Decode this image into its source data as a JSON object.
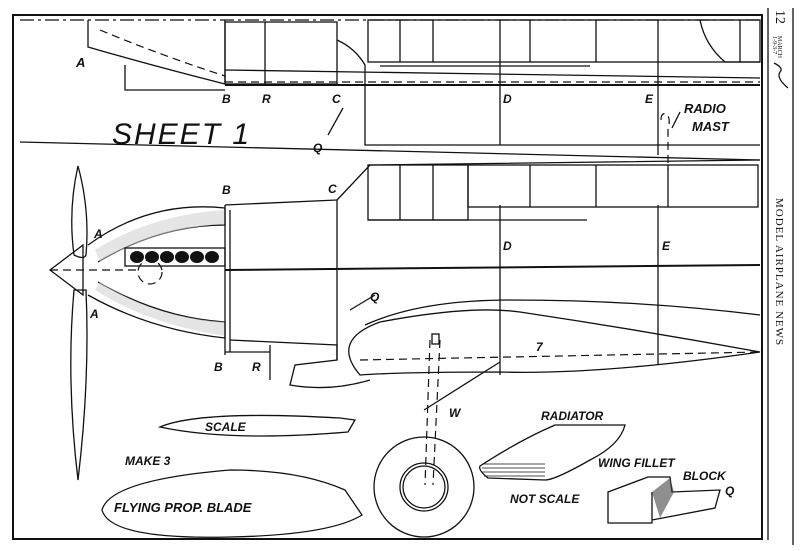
{
  "sheet": {
    "title": "SHEET 1",
    "page_number": "12",
    "issue_date_line1": "MARCH",
    "issue_date_line2": "1-9-3-7",
    "publication": "MODEL AIRPLANE NEWS"
  },
  "labels": {
    "top_view": [
      "A",
      "B",
      "R",
      "C",
      "Q",
      "D",
      "E"
    ],
    "radio_mast": [
      "RADIO",
      "MAST"
    ],
    "side_view": [
      "A",
      "A",
      "B",
      "C",
      "D",
      "E",
      "Q",
      "B",
      "R",
      "7",
      "W"
    ],
    "scale_blade": "SCALE",
    "make_count": "MAKE 3",
    "flying_blade": "FLYING PROP. BLADE",
    "radiator": "RADIATOR",
    "wing_fillet": [
      "WING FILLET",
      "BLOCK"
    ],
    "fillet_q": "Q",
    "not_scale": "NOT SCALE"
  },
  "colors": {
    "ink": "#111111",
    "paper": "#ffffff"
  }
}
